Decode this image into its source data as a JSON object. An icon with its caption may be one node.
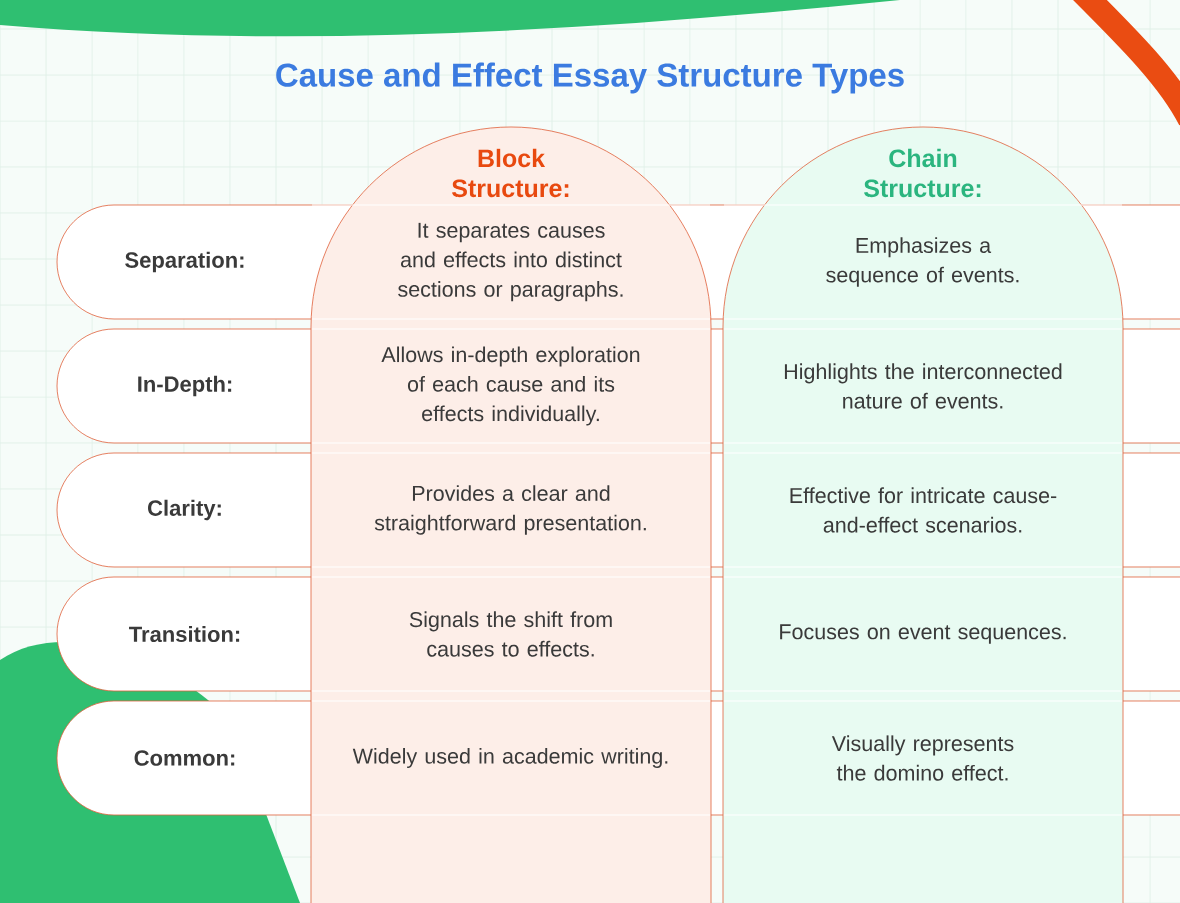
{
  "diagram": {
    "title": "Cause and Effect Essay Structure Types",
    "nodes": [
      {
        "text": [
          "Separation:"
        ]
      },
      {
        "text": [
          "In-Depth:"
        ]
      },
      {
        "text": [
          "Clarity:"
        ]
      },
      {
        "text": [
          "Transition:"
        ]
      },
      {
        "text": [
          "Common:"
        ]
      },
      {
        "text": [
          "Block Structure:"
        ]
      },
      {
        "text": [
          "It separates causes and effects into distinct sections or paragraphs."
        ]
      },
      {
        "text": [
          "Allows in-depth exploration of each cause and its effects individually."
        ]
      },
      {
        "text": [
          "Provides a clear and straightforward presentation."
        ]
      },
      {
        "text": [
          "Signals the shift from causes to effects."
        ]
      },
      {
        "text": [
          "Widely used in academic writing."
        ]
      },
      {
        "text": [
          "Chain Structure:"
        ]
      },
      {
        "text": [
          "Emphasizes a sequence of events."
        ]
      },
      {
        "text": [
          "Highlights the interconnected nature of events."
        ]
      },
      {
        "text": [
          "Effective for intricate cause-and-effect scenarios."
        ]
      },
      {
        "text": [
          "Focuses on event sequences."
        ]
      },
      {
        "text": [
          "Visually represents the domino effect."
        ]
      }
    ]
  }
}
